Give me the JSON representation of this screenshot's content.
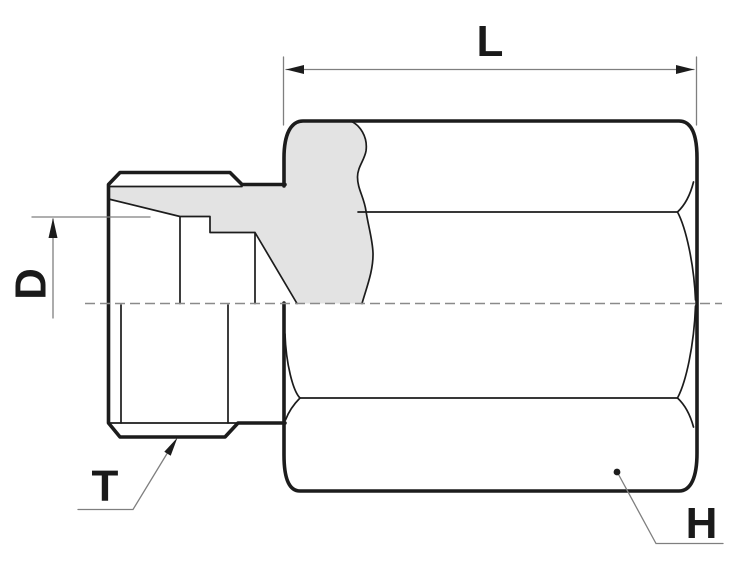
{
  "diagram": {
    "type": "technical-drawing",
    "subject": "pipe fitting adapter side view with broken-out section: male threaded end on left, hex coupling body on right",
    "labels": {
      "length": "L",
      "diameter": "D",
      "thread": "T",
      "hex": "H"
    },
    "colors": {
      "line": "#1c1c1c",
      "dimension": "#7f7f7f",
      "centerline": "#8a8a8a",
      "section_fill": "#e3e3e3",
      "background": "#ffffff",
      "label_text": "#1a1a1a"
    }
  }
}
